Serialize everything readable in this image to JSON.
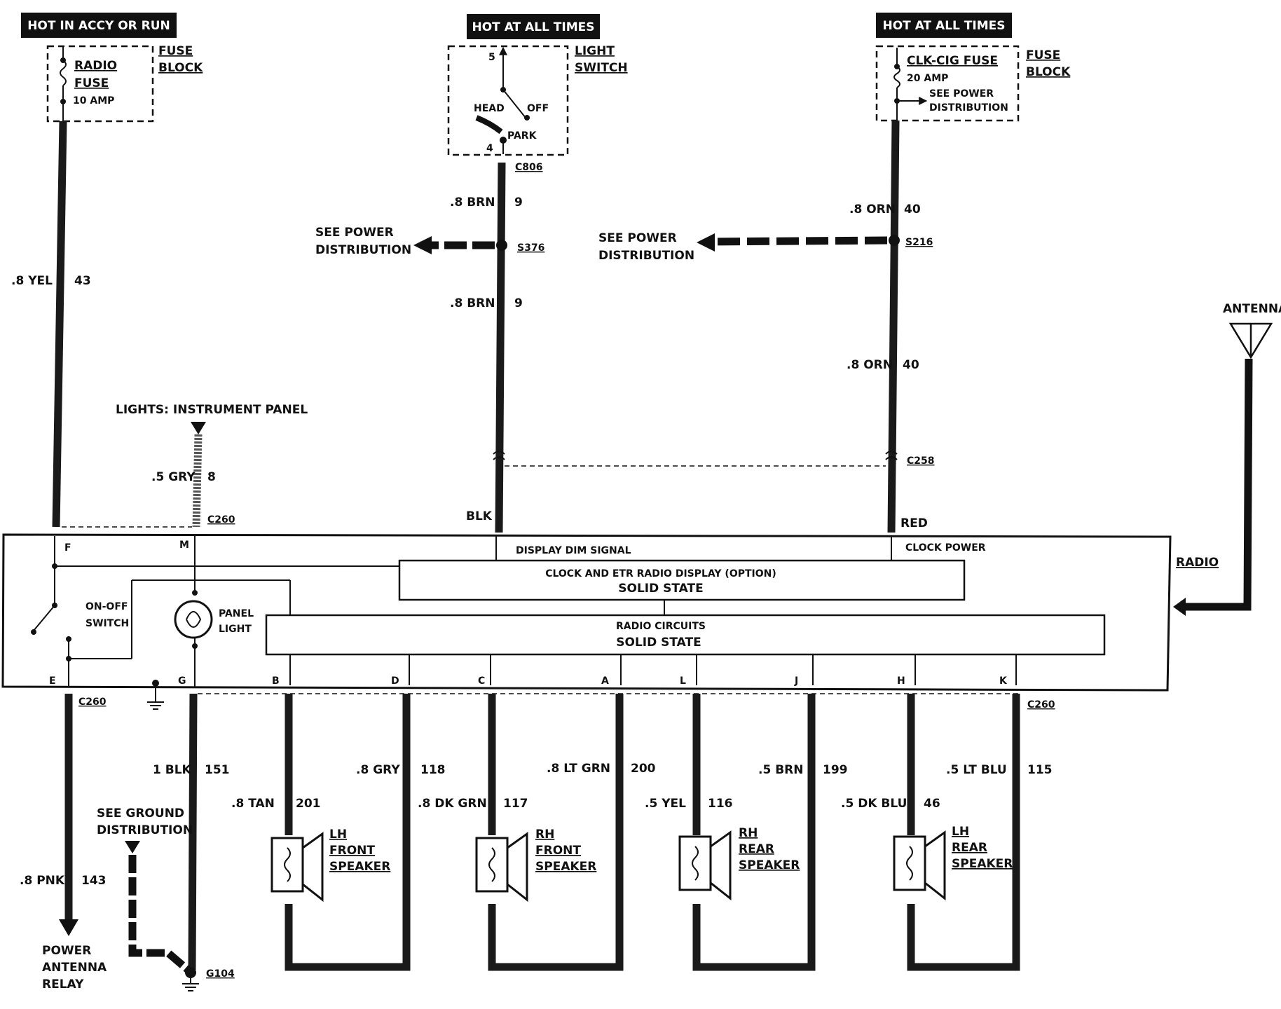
{
  "headers": {
    "left": "HOT IN ACCY OR RUN",
    "middle": "HOT AT ALL TIMES",
    "right": "HOT AT ALL TIMES"
  },
  "fuse_block_left": {
    "label_line1": "FUSE",
    "label_line2": "BLOCK",
    "fuse_name_line1": "RADIO",
    "fuse_name_line2": "FUSE",
    "rating": "10 AMP"
  },
  "light_switch": {
    "label_line1": "LIGHT",
    "label_line2": "SWITCH",
    "pin_top": "5",
    "pin_bottom": "4",
    "pos_head": "HEAD",
    "pos_off": "OFF",
    "pos_park": "PARK",
    "connector": "C806"
  },
  "fuse_block_right": {
    "label_line1": "FUSE",
    "label_line2": "BLOCK",
    "fuse_name": "CLK-CIG FUSE",
    "rating": "20 AMP",
    "see_line1": "SEE POWER",
    "see_line2": "DISTRIBUTION"
  },
  "wires": {
    "yel": {
      "gauge": ".8 YEL",
      "circuit": "43"
    },
    "brn_upper": {
      "gauge": ".8 BRN",
      "circuit": "9"
    },
    "brn_lower": {
      "gauge": ".8 BRN",
      "circuit": "9"
    },
    "orn_upper": {
      "gauge": ".8 ORN",
      "circuit": "40"
    },
    "orn_lower": {
      "gauge": ".8 ORN",
      "circuit": "40"
    },
    "gry_panel": {
      "gauge": ".5 GRY",
      "circuit": "8"
    },
    "blk_ground": {
      "gauge": "1 BLK",
      "circuit": "151"
    },
    "pnk": {
      "gauge": ".8 PNK",
      "circuit": "143"
    },
    "tan": {
      "gauge": ".8 TAN",
      "circuit": "201"
    },
    "gry_spk": {
      "gauge": ".8 GRY",
      "circuit": "118"
    },
    "dkgrn": {
      "gauge": ".8 DK GRN",
      "circuit": "117"
    },
    "ltgrn": {
      "gauge": ".8 LT GRN",
      "circuit": "200"
    },
    "yel_spk": {
      "gauge": ".5 YEL",
      "circuit": "116"
    },
    "brn_spk": {
      "gauge": ".5 BRN",
      "circuit": "199"
    },
    "dkblu": {
      "gauge": ".5 DK BLU",
      "circuit": "46"
    },
    "ltblu": {
      "gauge": ".5 LT BLU",
      "circuit": "115"
    }
  },
  "splices": {
    "s376": "S376",
    "s216": "S216",
    "see_power_left_line1": "SEE POWER",
    "see_power_left_line2": "DISTRIBUTION",
    "see_power_right_line1": "SEE POWER",
    "see_power_right_line2": "DISTRIBUTION"
  },
  "connectors": {
    "c258": "C258",
    "c260_top": "C260",
    "c260_bottom_left": "C260",
    "c260_bottom_right": "C260",
    "blk": "BLK",
    "red": "RED"
  },
  "lights_ip": "LIGHTS: INSTRUMENT PANEL",
  "antenna": "ANTENNA",
  "radio": {
    "label": "RADIO",
    "display_dim": "DISPLAY DIM SIGNAL",
    "clock_power": "CLOCK POWER",
    "clock_box_line1": "CLOCK AND ETR RADIO DISPLAY (OPTION)",
    "clock_box_line2": "SOLID STATE",
    "radio_box_line1": "RADIO CIRCUITS",
    "radio_box_line2": "SOLID STATE",
    "onoff_line1": "ON-OFF",
    "onoff_line2": "SWITCH",
    "panel_line1": "PANEL",
    "panel_line2": "LIGHT"
  },
  "pins": {
    "F": "F",
    "M": "M",
    "E": "E",
    "G": "G",
    "B": "B",
    "D": "D",
    "C": "C",
    "A": "A",
    "L": "L",
    "J": "J",
    "H": "H",
    "K": "K"
  },
  "ground": {
    "see_line1": "SEE GROUND",
    "see_line2": "DISTRIBUTION",
    "g104": "G104"
  },
  "relay": {
    "line1": "POWER",
    "line2": "ANTENNA",
    "line3": "RELAY"
  },
  "speakers": {
    "lh_front": {
      "line1": "LH",
      "line2": "FRONT",
      "line3": "SPEAKER"
    },
    "rh_front": {
      "line1": "RH",
      "line2": "FRONT",
      "line3": "SPEAKER"
    },
    "rh_rear": {
      "line1": "RH",
      "line2": "REAR",
      "line3": "SPEAKER"
    },
    "lh_rear": {
      "line1": "LH",
      "line2": "REAR",
      "line3": "SPEAKER"
    }
  }
}
